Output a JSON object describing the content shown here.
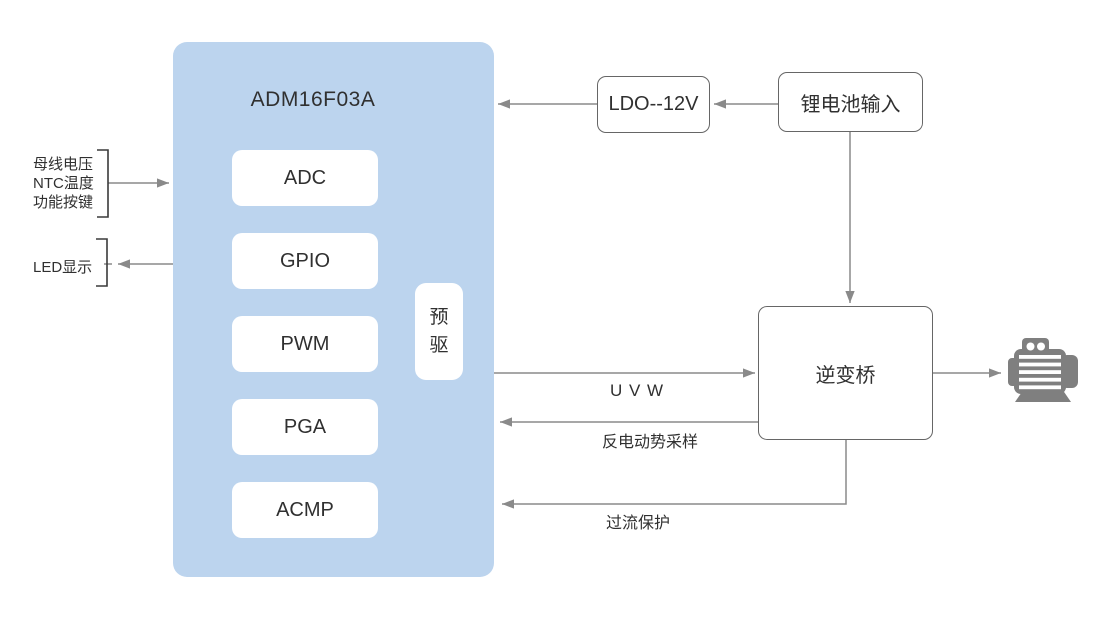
{
  "chip": {
    "title": "ADM16F03A",
    "modules": [
      {
        "label": "ADC"
      },
      {
        "label": "GPIO"
      },
      {
        "label": "PWM"
      },
      {
        "label": "PGA"
      },
      {
        "label": "ACMP"
      }
    ],
    "predriver_label": "预驱"
  },
  "left": {
    "input_lines": [
      "母线电压",
      "NTC温度",
      "功能按键"
    ],
    "led_label": "LED显示"
  },
  "power": {
    "ldo_label": "LDO--12V",
    "battery_label": "锂电池输入"
  },
  "inverter_label": "逆变桥",
  "signal_labels": {
    "uvw": "U V W",
    "back_emf": "反电动势采样",
    "overcurrent": "过流保护"
  },
  "icons": {
    "motor": "motor-icon"
  },
  "colors": {
    "chip_fill": "#BCD4EE",
    "arrow_gray": "#8A8A8A",
    "bracket_dark": "#3A3A3A",
    "box_border": "#666666",
    "motor_gray": "#7F7F7F",
    "text": "#303030"
  }
}
